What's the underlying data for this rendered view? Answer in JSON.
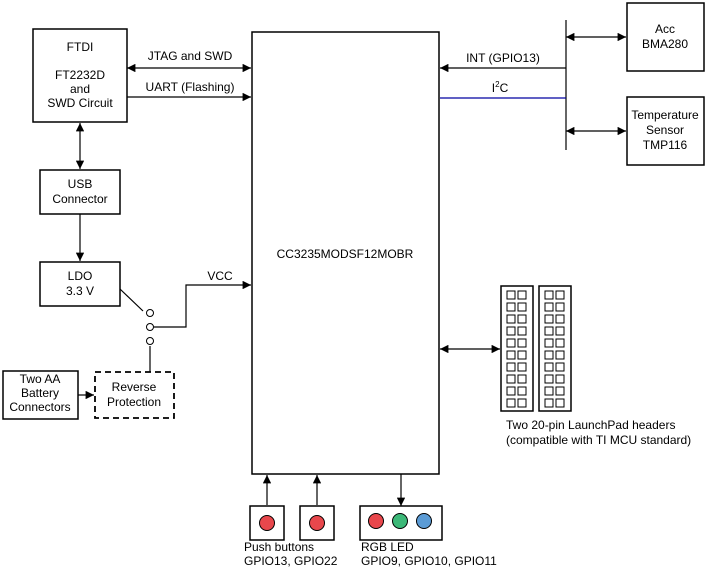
{
  "blocks": {
    "ftdi": {
      "line1": "FTDI",
      "line2": "FT2232D",
      "line3": "and",
      "line4": "SWD Circuit"
    },
    "usb": {
      "line1": "USB",
      "line2": "Connector"
    },
    "ldo": {
      "line1": "LDO",
      "line2": "3.3 V"
    },
    "battery": {
      "line1": "Two AA",
      "line2": "Battery",
      "line3": "Connectors"
    },
    "reverse": {
      "line1": "Reverse",
      "line2": "Protection"
    },
    "mcu": {
      "label": "CC3235MODSF12MOBR"
    },
    "acc": {
      "line1": "Acc",
      "line2": "BMA280"
    },
    "temp": {
      "line1": "Temperature",
      "line2": "Sensor",
      "line3": "TMP116"
    }
  },
  "signals": {
    "jtag": "JTAG and SWD",
    "uart": "UART (Flashing)",
    "vcc": "VCC",
    "int": "INT (GPIO13)",
    "i2c_prefix": "I",
    "i2c_sup": "2",
    "i2c_suffix": "C"
  },
  "captions": {
    "headers_line1": "Two 20-pin LaunchPad headers",
    "headers_line2": "(compatible with TI MCU standard)",
    "buttons_line1": "Push buttons",
    "buttons_line2": "GPIO13, GPIO22",
    "led_line1": "RGB LED",
    "led_line2": "GPIO9, GPIO10, GPIO11"
  },
  "colors": {
    "line": "#000000",
    "i2c_bus": "#0000a0",
    "button_red": "#e8474c",
    "led_red": "#e8474c",
    "led_green": "#3cb878",
    "led_blue": "#5b9bd5"
  }
}
